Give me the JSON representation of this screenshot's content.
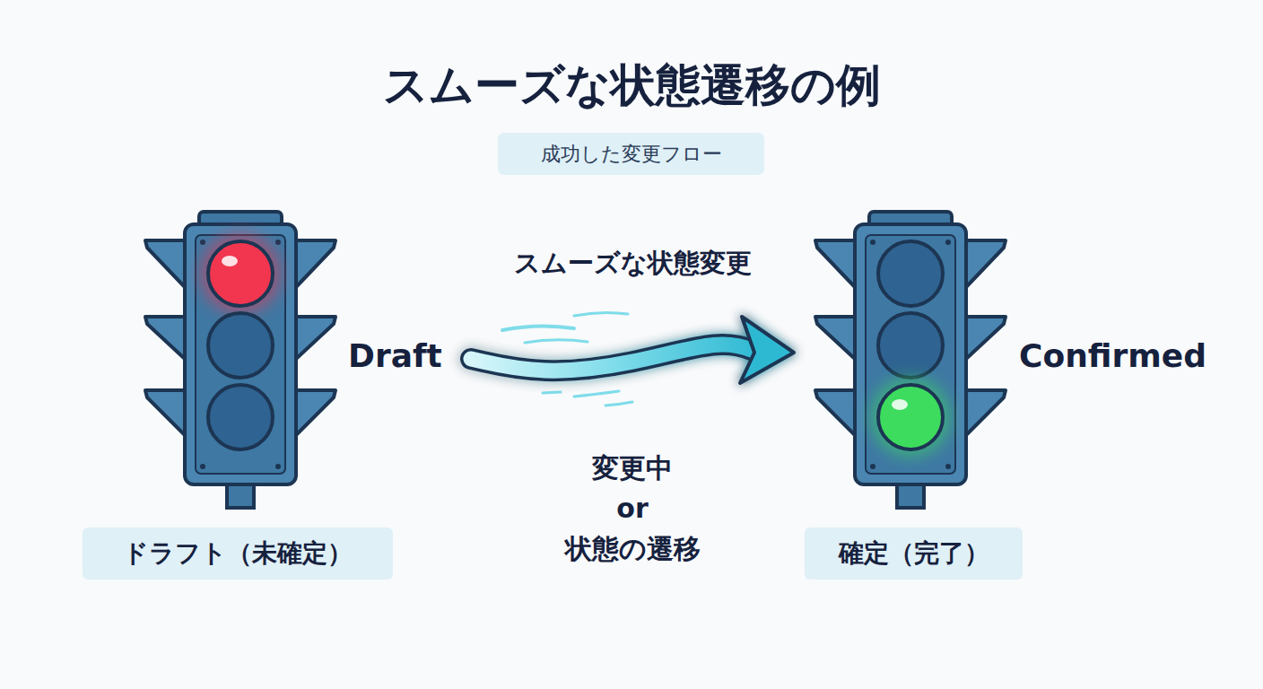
{
  "diagram": {
    "title": "スムーズな状態遷移の例",
    "nodes": [
      {
        "text": [
          "成功した変更フロー"
        ]
      },
      {
        "text": [
          "Draft",
          "ドラフト（未確定）"
        ]
      },
      {
        "text": [
          "Confirmed",
          "確定（完了）"
        ]
      }
    ],
    "edges": [
      {
        "from": 1,
        "to": 2,
        "arrow": "to",
        "label": "スムーズな状態変更"
      }
    ],
    "labels": [
      "変更中",
      "or",
      "状態の遷移"
    ]
  }
}
